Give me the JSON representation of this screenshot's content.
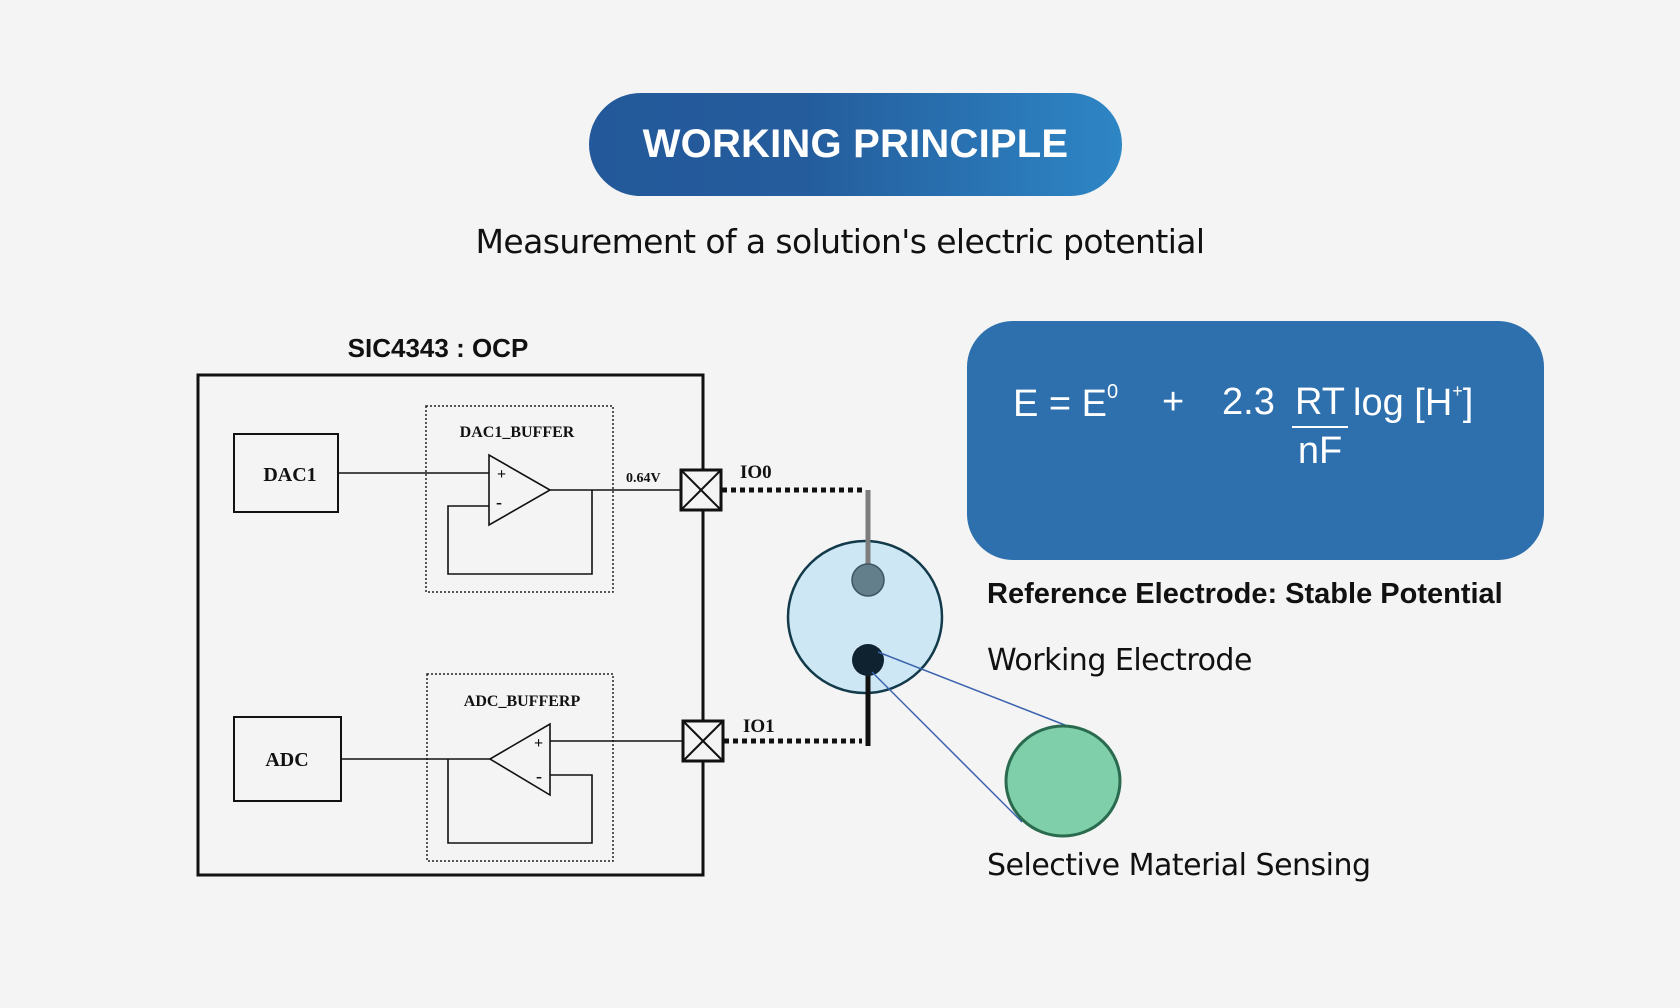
{
  "header": {
    "title": "WORKING PRINCIPLE",
    "subtitle": "Measurement of a solution's electric potential"
  },
  "circuit": {
    "chip_title": "SIC4343 : OCP",
    "blocks": {
      "dac": "DAC1",
      "adc": "ADC",
      "dac_buffer": "DAC1_BUFFER",
      "adc_buffer": "ADC_BUFFERP"
    },
    "opamp_signs": {
      "plus": "+",
      "minus": "-"
    },
    "voltage_label": "0.64V",
    "pads": {
      "io0": "IO0",
      "io1": "IO1"
    }
  },
  "formula": {
    "lhs": "E = E",
    "lhs_superscript": "0",
    "plus": "+",
    "coefficient": "2.3",
    "numerator": "RT",
    "denominator": "nF",
    "log_term": "log [H",
    "ion_charge": "+",
    "close_bracket": "]"
  },
  "labels": {
    "reference_electrode": "Reference Electrode: Stable Potential",
    "working_electrode": "Working Electrode",
    "selective_material": "Selective Material Sensing"
  },
  "colors": {
    "pill_start": "#23599a",
    "pill_end": "#2e86c5",
    "formula_bg": "#2d70ad",
    "solution_fill": "#cde8f4",
    "solution_stroke": "#123a4a",
    "reference_electrode": "#637f8c",
    "working_electrode": "#0e2230",
    "sensing_fill": "#7fcfaa",
    "sensing_stroke": "#2a6a4e",
    "zoom_lines": "#3a62ad"
  }
}
